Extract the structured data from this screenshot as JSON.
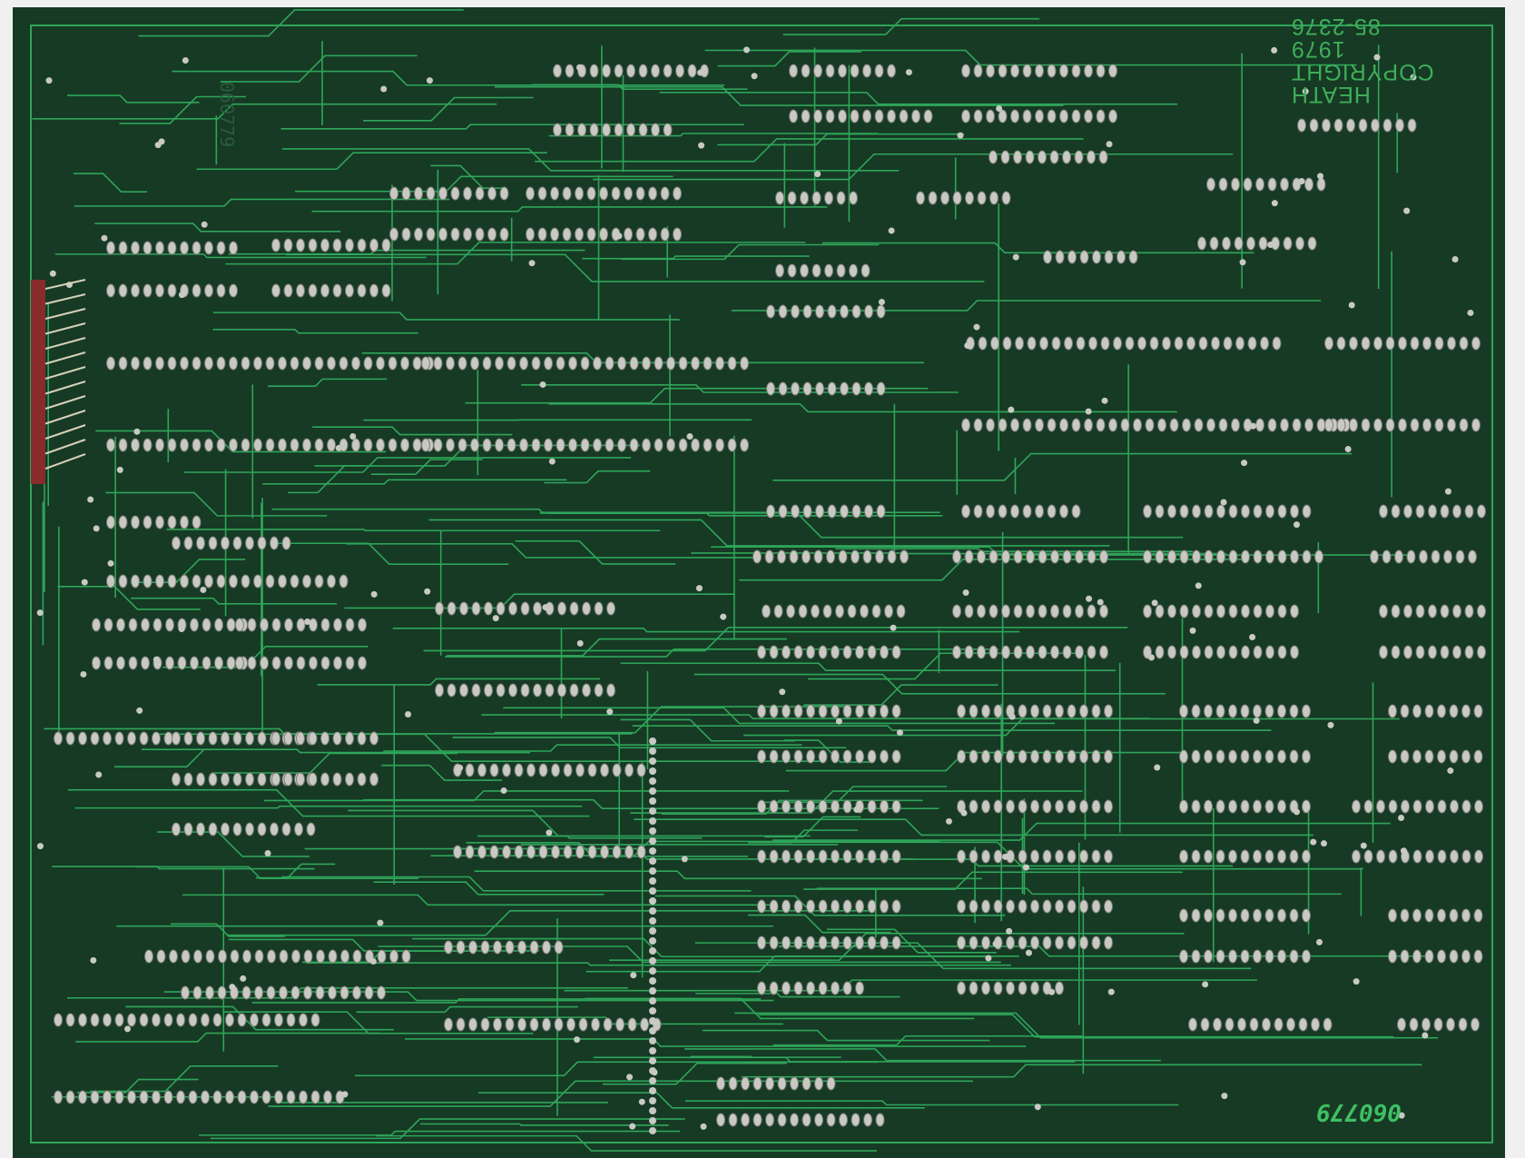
{
  "silkscreen": {
    "maker": "HEATH",
    "copyright": "COPYRIGHT",
    "year": "1979",
    "board_number": "85-2376",
    "part_number": "060779"
  },
  "colors": {
    "board": "#163a24",
    "trace": "#2fa55a",
    "pad": "#c9c9c4",
    "connector": "#8a2b2b"
  }
}
